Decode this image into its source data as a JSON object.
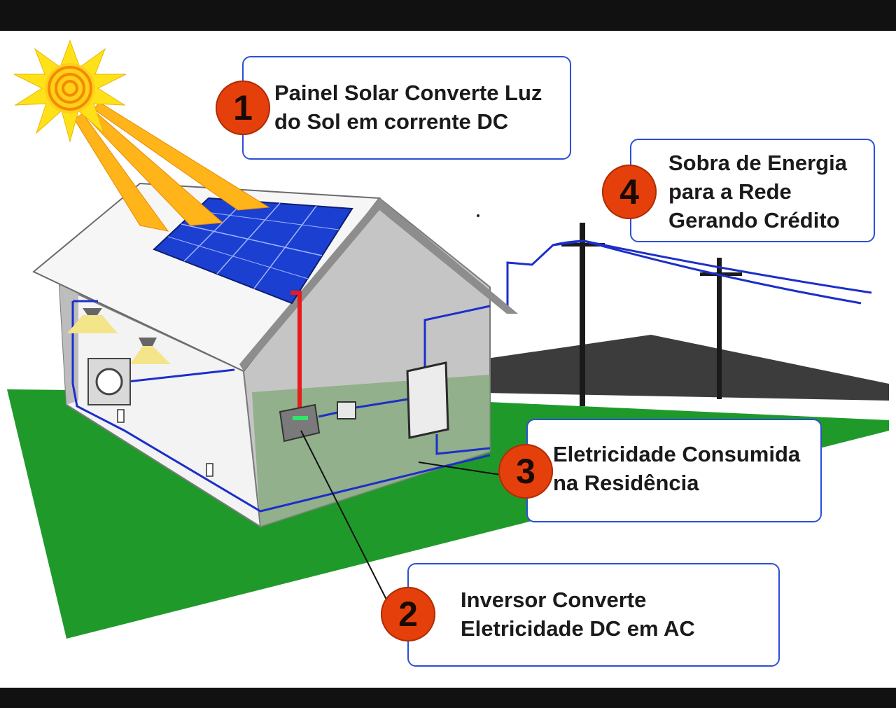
{
  "steps": [
    {
      "number": "1",
      "lines": [
        "Painel Solar Converte Luz",
        "do Sol em corrente DC"
      ]
    },
    {
      "number": "2",
      "lines": [
        "Inversor Converte",
        "Eletricidade DC em AC"
      ]
    },
    {
      "number": "3",
      "lines": [
        "Eletricidade Consumida",
        "na Residência"
      ]
    },
    {
      "number": "4",
      "lines": [
        "Sobra de Energia",
        "para a Rede",
        "Gerando Crédito"
      ]
    }
  ],
  "colors": {
    "frame": "#111111",
    "callout_border": "#2b4fd6",
    "badge": "#e5400c",
    "grass": "#1f9a2a",
    "wire": "#1c2fc9",
    "dc_wire": "#e81b1b",
    "panel": "#1b3fd0",
    "sun": "#ffe11a"
  },
  "icons": [
    "sun-icon",
    "solar-panel-icon",
    "house-icon",
    "inverter-icon",
    "meter-icon",
    "ceiling-lamp-icon",
    "utility-pole-icon",
    "distribution-panel-icon"
  ]
}
